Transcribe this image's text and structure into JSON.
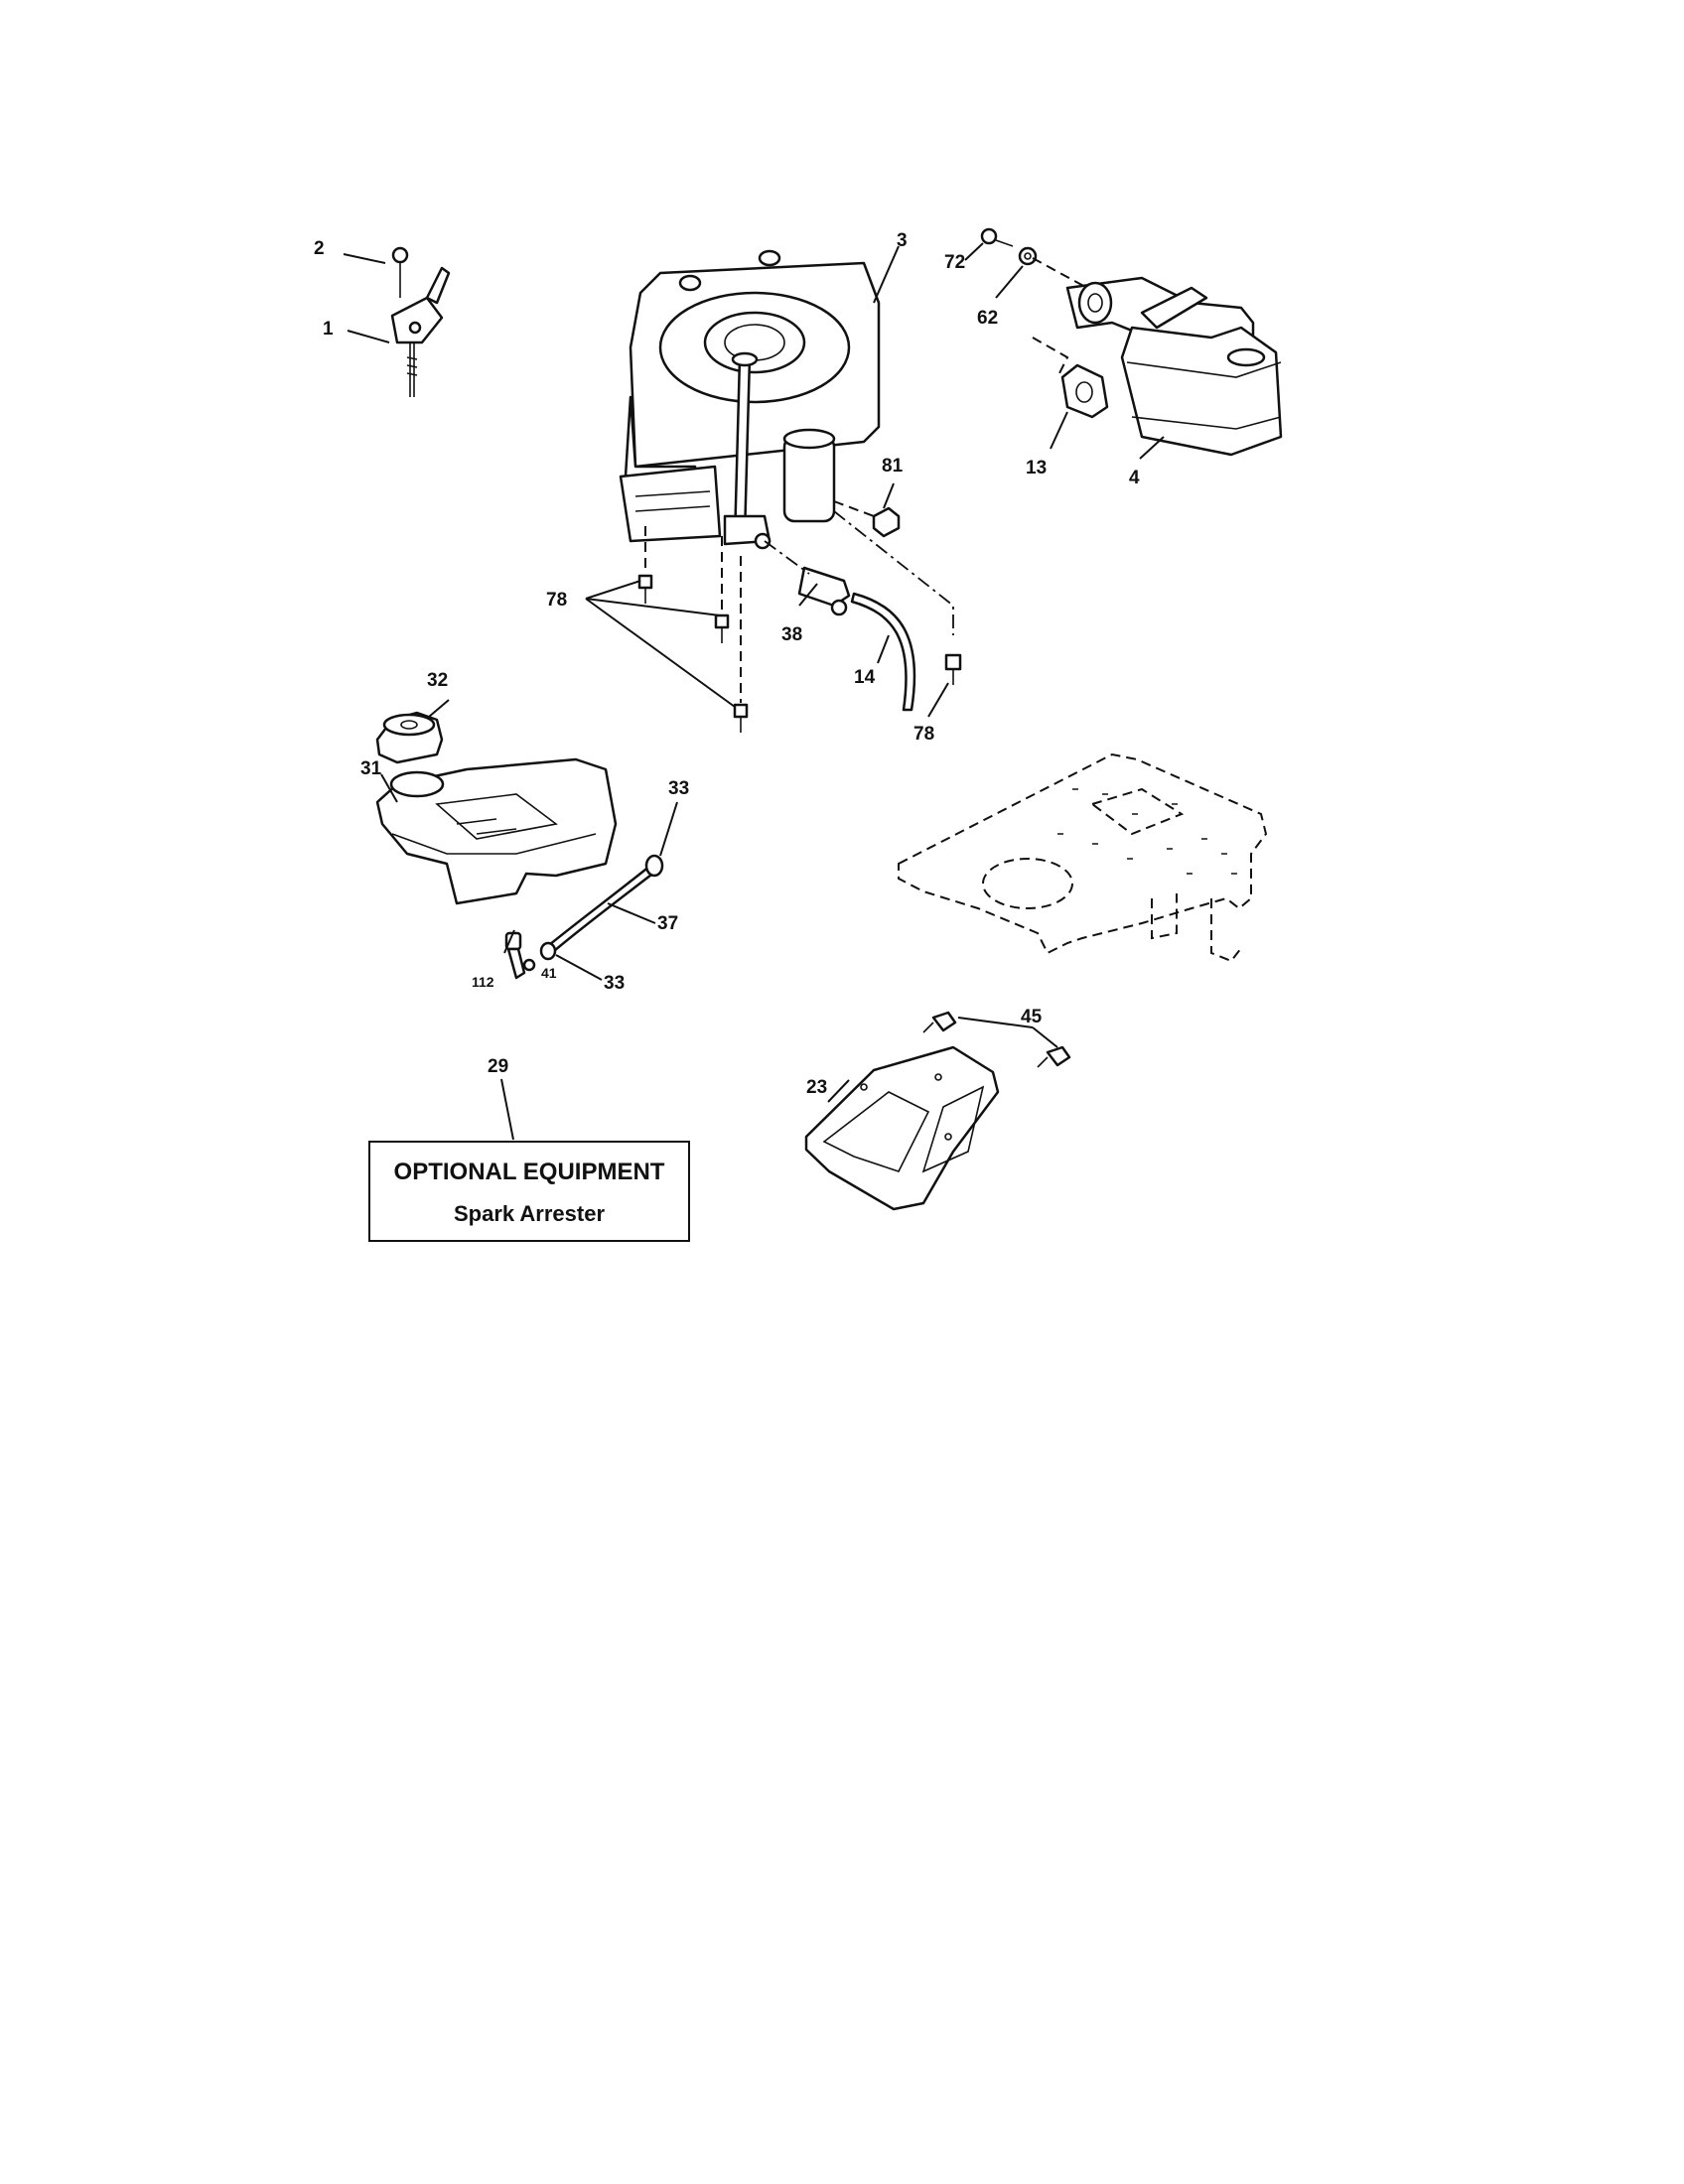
{
  "callouts": {
    "c1": "1",
    "c2": "2",
    "c3": "3",
    "c4": "4",
    "c13": "13",
    "c14": "14",
    "c23": "23",
    "c29": "29",
    "c31": "31",
    "c32": "32",
    "c33a": "33",
    "c33b": "33",
    "c37": "37",
    "c38": "38",
    "c41": "41",
    "c45": "45",
    "c62": "62",
    "c72": "72",
    "c78a": "78",
    "c78b": "78",
    "c81": "81",
    "c112": "112"
  },
  "optional_box": {
    "title": "OPTIONAL EQUIPMENT",
    "subtitle": "Spark Arrester"
  }
}
